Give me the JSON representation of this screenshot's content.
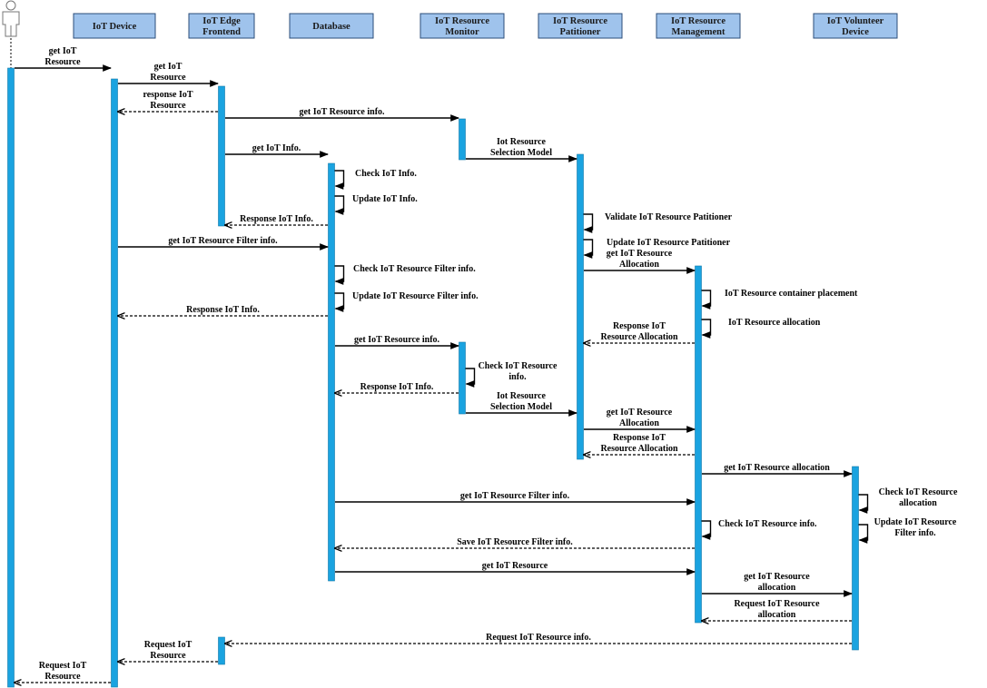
{
  "participants": [
    {
      "id": "user",
      "label": []
    },
    {
      "id": "device",
      "label": [
        "IoT Device"
      ]
    },
    {
      "id": "edge",
      "label": [
        "IoT Edge",
        "Frontend"
      ]
    },
    {
      "id": "db",
      "label": [
        "Database"
      ]
    },
    {
      "id": "monitor",
      "label": [
        "IoT Resource",
        "Monitor"
      ]
    },
    {
      "id": "partitioner",
      "label": [
        "IoT Resource",
        "Patitioner"
      ]
    },
    {
      "id": "mgmt",
      "label": [
        "IoT Resource",
        "Management"
      ]
    },
    {
      "id": "volunteer",
      "label": [
        "IoT Volunteer",
        "Device"
      ]
    }
  ],
  "messages": [
    {
      "from": "user",
      "to": "device",
      "kind": "call",
      "text": [
        "get IoT",
        "Resource"
      ]
    },
    {
      "from": "device",
      "to": "edge",
      "kind": "call",
      "text": [
        "get IoT",
        "Resource"
      ]
    },
    {
      "from": "edge",
      "to": "device",
      "kind": "return",
      "text": [
        "response IoT",
        "Resource"
      ]
    },
    {
      "from": "edge",
      "to": "monitor",
      "kind": "call",
      "text": [
        "get IoT Resource info."
      ]
    },
    {
      "from": "edge",
      "to": "db",
      "kind": "call",
      "text": [
        "get IoT Info."
      ]
    },
    {
      "from": "monitor",
      "to": "partitioner",
      "kind": "call",
      "text": [
        "Iot Resource",
        "Selection Model"
      ]
    },
    {
      "from": "db",
      "to": "db",
      "kind": "self",
      "text": [
        "Check IoT Info."
      ]
    },
    {
      "from": "db",
      "to": "db",
      "kind": "self",
      "text": [
        "Update IoT Info."
      ]
    },
    {
      "from": "partitioner",
      "to": "partitioner",
      "kind": "self",
      "text": [
        "Validate IoT Resource Patitioner"
      ]
    },
    {
      "from": "db",
      "to": "edge",
      "kind": "return",
      "text": [
        "Response IoT Info."
      ]
    },
    {
      "from": "partitioner",
      "to": "partitioner",
      "kind": "self",
      "text": [
        "Update IoT Resource Patitioner"
      ]
    },
    {
      "from": "device",
      "to": "db",
      "kind": "call",
      "text": [
        "get IoT Resource Filter info."
      ]
    },
    {
      "from": "partitioner",
      "to": "mgmt",
      "kind": "call",
      "text": [
        "get IoT Resource",
        "Allocation"
      ]
    },
    {
      "from": "db",
      "to": "db",
      "kind": "self",
      "text": [
        "Check IoT Resource Filter info."
      ]
    },
    {
      "from": "mgmt",
      "to": "mgmt",
      "kind": "self",
      "text": [
        "IoT Resource container placement"
      ]
    },
    {
      "from": "db",
      "to": "db",
      "kind": "self",
      "text": [
        "Update IoT Resource Filter info."
      ]
    },
    {
      "from": "db",
      "to": "device",
      "kind": "return",
      "text": [
        "Response IoT Info."
      ]
    },
    {
      "from": "mgmt",
      "to": "mgmt",
      "kind": "self",
      "text": [
        "IoT Resource allocation"
      ]
    },
    {
      "from": "mgmt",
      "to": "partitioner",
      "kind": "return",
      "text": [
        "Response IoT",
        "Resource Allocation"
      ]
    },
    {
      "from": "db",
      "to": "monitor",
      "kind": "call",
      "text": [
        "get IoT Resource info."
      ]
    },
    {
      "from": "monitor",
      "to": "monitor",
      "kind": "self",
      "text": [
        "Check IoT Resource",
        "info."
      ]
    },
    {
      "from": "monitor",
      "to": "db",
      "kind": "return",
      "text": [
        "Response IoT Info."
      ]
    },
    {
      "from": "monitor",
      "to": "partitioner",
      "kind": "call",
      "text": [
        "Iot Resource",
        "Selection Model"
      ]
    },
    {
      "from": "partitioner",
      "to": "mgmt",
      "kind": "call",
      "text": [
        "get IoT Resource",
        "Allocation"
      ]
    },
    {
      "from": "mgmt",
      "to": "partitioner",
      "kind": "return",
      "text": [
        "Response IoT",
        "Resource Allocation"
      ]
    },
    {
      "from": "mgmt",
      "to": "volunteer",
      "kind": "call",
      "text": [
        "get IoT Resource allocation"
      ]
    },
    {
      "from": "volunteer",
      "to": "volunteer",
      "kind": "self",
      "text": [
        "Check IoT Resource",
        "allocation"
      ]
    },
    {
      "from": "db",
      "to": "mgmt",
      "kind": "call",
      "text": [
        "get IoT Resource Filter info."
      ]
    },
    {
      "from": "mgmt",
      "to": "mgmt",
      "kind": "self",
      "text": [
        "Check IoT Resource info."
      ]
    },
    {
      "from": "volunteer",
      "to": "volunteer",
      "kind": "self",
      "text": [
        "Update IoT Resource",
        "Filter info."
      ]
    },
    {
      "from": "mgmt",
      "to": "db",
      "kind": "return",
      "text": [
        "Save IoT Resource Filter info."
      ]
    },
    {
      "from": "db",
      "to": "mgmt",
      "kind": "call",
      "text": [
        "get IoT Resource"
      ]
    },
    {
      "from": "mgmt",
      "to": "volunteer",
      "kind": "call",
      "text": [
        "get IoT Resource",
        "allocation"
      ]
    },
    {
      "from": "volunteer",
      "to": "mgmt",
      "kind": "return",
      "text": [
        "Request IoT Resource",
        "allocation"
      ]
    },
    {
      "from": "volunteer",
      "to": "edge",
      "kind": "return",
      "text": [
        "Request IoT Resource info."
      ]
    },
    {
      "from": "edge",
      "to": "device",
      "kind": "return",
      "text": [
        "Request IoT",
        "Resource"
      ]
    },
    {
      "from": "device",
      "to": "user",
      "kind": "return",
      "text": [
        "Request IoT",
        "Resource"
      ]
    }
  ],
  "colors": {
    "header_fill": "#9fc3ec",
    "activation": "#1aa3e0",
    "line": "#000000"
  }
}
